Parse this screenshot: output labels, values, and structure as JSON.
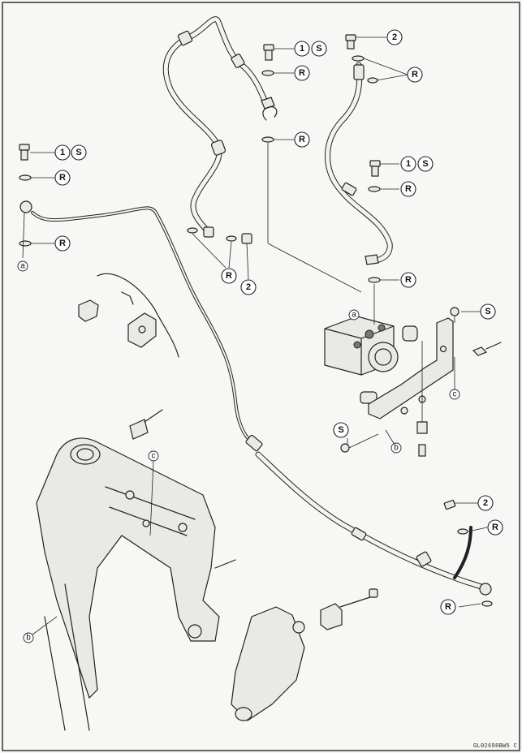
{
  "labels": {
    "one": "1",
    "two": "2",
    "S": "S",
    "R": "R",
    "a": "a",
    "b": "b",
    "c": "c"
  },
  "drawing_code": "GL02698BW5 C",
  "colors": {
    "ink": "#222222",
    "paper": "#f7f7f5"
  }
}
